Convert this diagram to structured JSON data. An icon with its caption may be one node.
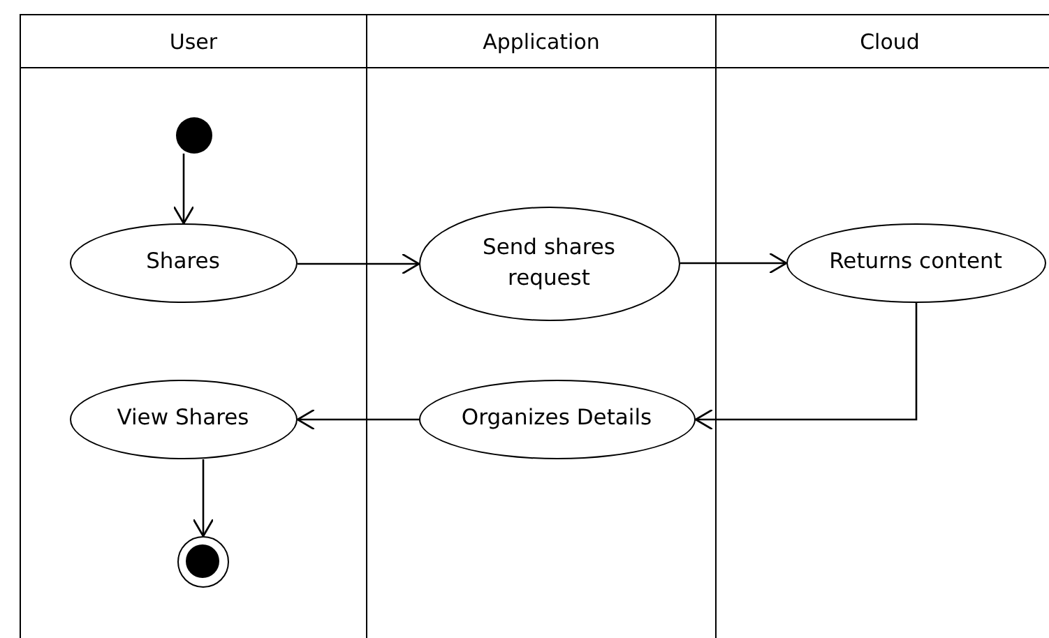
{
  "diagram": {
    "nodes": [
      {
        "text": [
          "User"
        ]
      },
      {
        "text": [
          "Application"
        ]
      },
      {
        "text": [
          "Cloud"
        ]
      },
      {
        "text": [],
        "shape": "circle",
        "in": 0
      },
      {
        "text": [
          "Shares"
        ],
        "in": 0
      },
      {
        "text": [
          "Send shares request"
        ],
        "in": 1
      },
      {
        "text": [
          "Returns content"
        ],
        "in": 2
      },
      {
        "text": [
          "Organizes Details"
        ],
        "in": 1
      },
      {
        "text": [
          "View Shares"
        ],
        "in": 0
      },
      {
        "text": [],
        "shape": "circle",
        "in": 0
      }
    ],
    "edges": [
      {
        "from": 3,
        "to": 4,
        "arrow": "to"
      },
      {
        "from": 4,
        "to": 5,
        "arrow": "to"
      },
      {
        "from": 5,
        "to": 6,
        "arrow": "to"
      },
      {
        "from": 6,
        "to": 7,
        "arrow": "to"
      },
      {
        "from": 7,
        "to": 8,
        "arrow": "to"
      },
      {
        "from": 8,
        "to": 9,
        "arrow": "to"
      }
    ]
  }
}
